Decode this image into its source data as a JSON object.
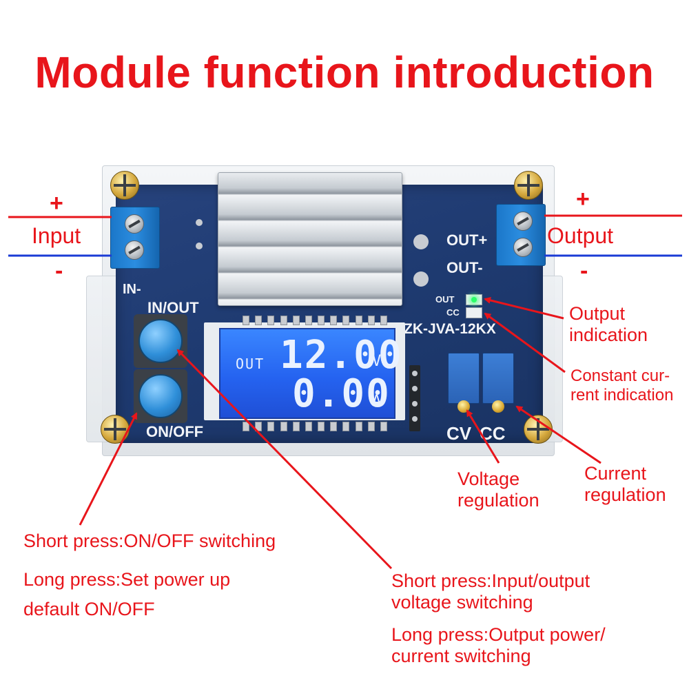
{
  "title": "Module function introduction",
  "terminals": {
    "input_label": "Input",
    "output_label": "Output",
    "plus": "+",
    "minus": "-"
  },
  "board": {
    "in_minus": "IN-",
    "in_out": "IN/OUT",
    "on_off": "ON/OFF",
    "out_plus": "OUT+",
    "out_minus": "OUT-",
    "out_led": "OUT",
    "cc_led": "CC",
    "model": "ZK-JVA-12KX",
    "cv": "CV",
    "cc": "CC"
  },
  "lcd": {
    "mode": "OUT",
    "voltage": "12.00",
    "voltage_unit": "V",
    "current": "0.00",
    "current_unit": "A"
  },
  "annotations": {
    "output_indication": [
      "Output",
      "indication"
    ],
    "constant_current": [
      "Constant cur-",
      "rent indication"
    ],
    "voltage_regulation": [
      "Voltage",
      "regulation"
    ],
    "current_regulation": [
      "Current",
      "regulation"
    ],
    "onoff_short": "Short press:ON/OFF switching",
    "onoff_long": [
      "Long press:Set power up",
      "default ON/OFF"
    ],
    "inout_short": [
      "Short press:Input/output",
      "voltage switching"
    ],
    "inout_long": [
      "Long press:Output power/",
      "current switching"
    ]
  },
  "colors": {
    "annotation_red": "#e8151b",
    "positive_line": "#e8151b",
    "negative_line": "#1a3bd6",
    "pcb_blue": "#1e3a70",
    "lcd_blue": "#2563f0"
  }
}
